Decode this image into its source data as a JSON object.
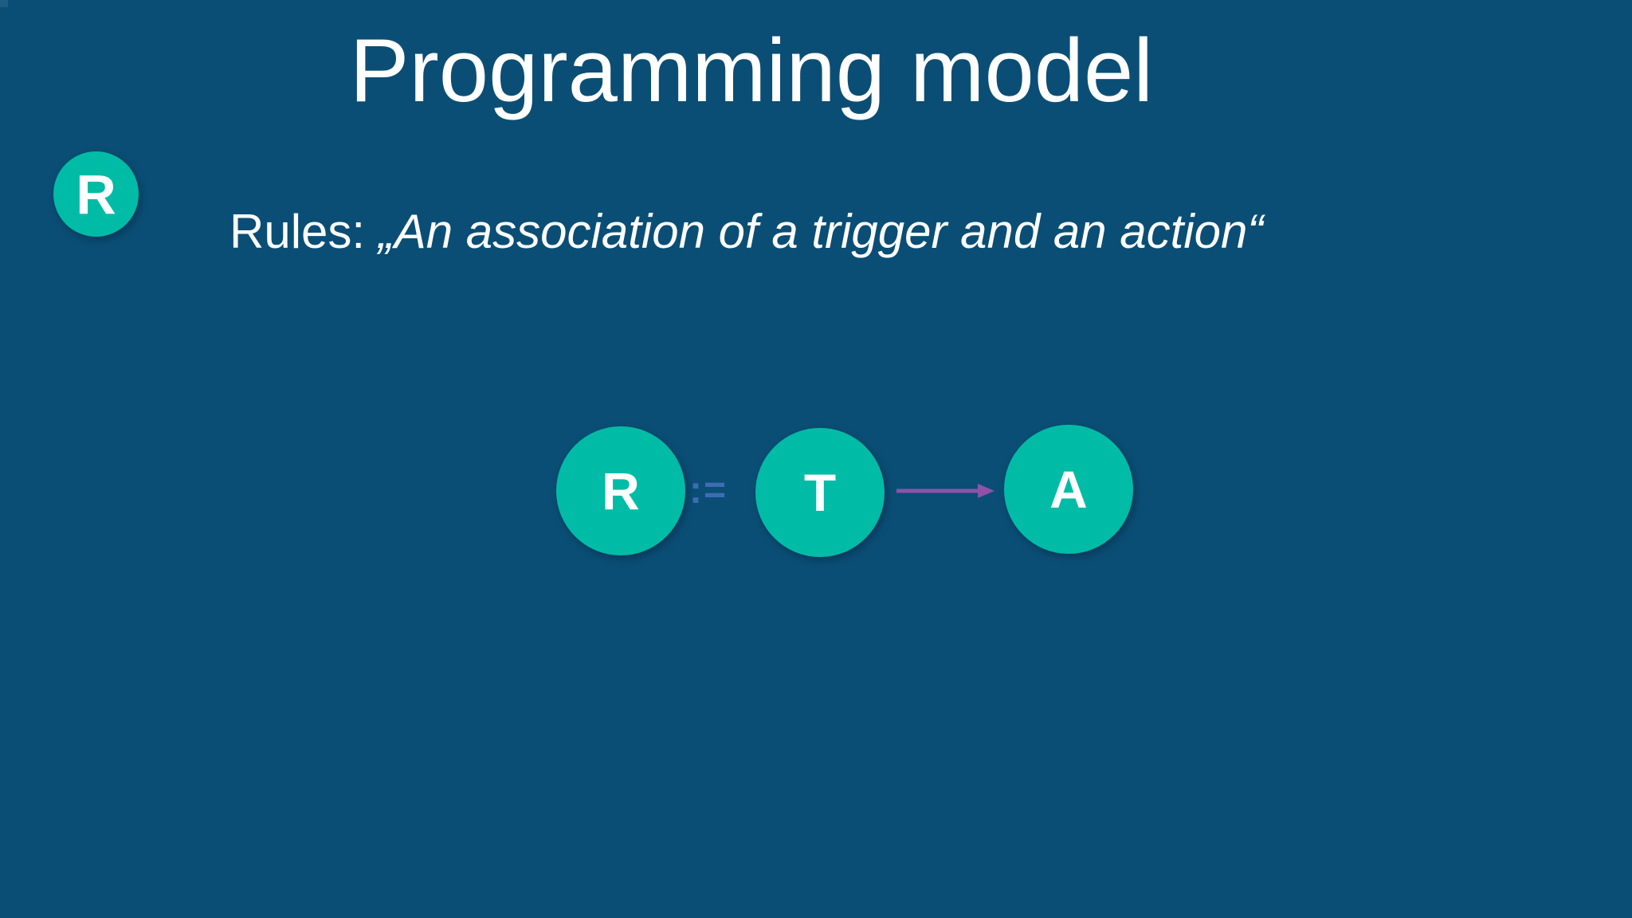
{
  "slide": {
    "title": "Programming model",
    "badge": {
      "letter": "R"
    },
    "rules": {
      "prefix": "Rules: ",
      "quote": "„An association of a trigger and an action“"
    },
    "diagram": {
      "nodes": [
        {
          "id": "rule",
          "label": "R"
        },
        {
          "id": "trigger",
          "label": "T"
        },
        {
          "id": "action",
          "label": "A"
        }
      ],
      "operator": ":=",
      "arrow_icon": "right-arrow"
    },
    "colors": {
      "background": "#0b4e75",
      "node_teal": "#00bca6",
      "operator_blue": "#3d6cb4",
      "arrow_purple": "#8e52a9",
      "text_white": "#ffffff"
    }
  }
}
